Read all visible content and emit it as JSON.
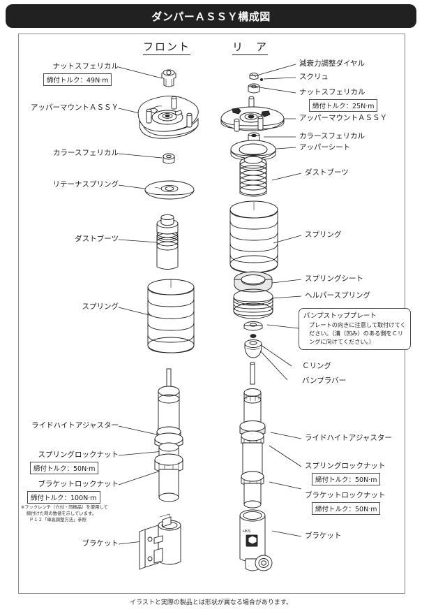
{
  "banner": {
    "title": "ダンパーＡＳＳＹ構成図"
  },
  "columns": {
    "front": "フロント",
    "rear": "リ　ア"
  },
  "front_labels": {
    "nut_spherical": "ナットスフェリカル",
    "nut_spherical_torque": "締付トルク：49N·m",
    "upper_mount": "アッパーマウントＡＳＳＹ",
    "collar_spherical": "カラースフェリカル",
    "retainer_spring": "リテーナスプリング",
    "dust_boot": "ダストブーツ",
    "spring": "スプリング",
    "ride_height_adjuster": "ライドハイトアジャスター",
    "spring_lock_nut": "スプリングロックナット",
    "spring_lock_nut_torque": "締付トルク：50N·m",
    "bracket_lock_nut": "ブラケットロックナット",
    "bracket_lock_nut_torque": "締付トルク：100N·m",
    "bracket": "ブラケット",
    "footnote": "※フックレンチ（穴付・同梱品）を使用して\n    締付けた時の数値を示しています。\n      Ｐ１２「車高調整方法」参照"
  },
  "rear_labels": {
    "damping_dial": "減衰力調整ダイヤル",
    "screw": "スクリュ",
    "nut_spherical": "ナットスフェリカル",
    "nut_spherical_torque": "締付トルク：25N·m",
    "upper_mount": "アッパーマウントＡＳＳＹ",
    "collar_spherical": "カラースフェリカル",
    "upper_seat": "アッパーシート",
    "dust_boot": "ダストブーツ",
    "spring": "スプリング",
    "spring_seat": "スプリングシート",
    "helper_spring": "ヘルパースプリング",
    "c_ring": "Ｃリング",
    "bump_rubber": "バンプラバー",
    "ride_height_adjuster": "ライドハイトアジャスター",
    "spring_lock_nut": "スプリングロックナット",
    "spring_lock_nut_torque": "締付トルク：50N·m",
    "bracket_lock_nut": "ブラケットロックナット",
    "bracket_lock_nut_torque": "締付トルク：50N·m",
    "bracket": "ブラケット"
  },
  "callout": {
    "title": "バンプストッププレート",
    "body": "プレートの向きに注意して取付けてください。（溝（凹み）のある側をＣリングに向けてください。）"
  },
  "footer": {
    "disclaimer": "イラストと実際の製品とは形状が異なる場合があります。"
  },
  "colors": {
    "banner_bg": "#212121",
    "frame_border": "#8a8a8a",
    "ink": "#1a1a1a"
  }
}
